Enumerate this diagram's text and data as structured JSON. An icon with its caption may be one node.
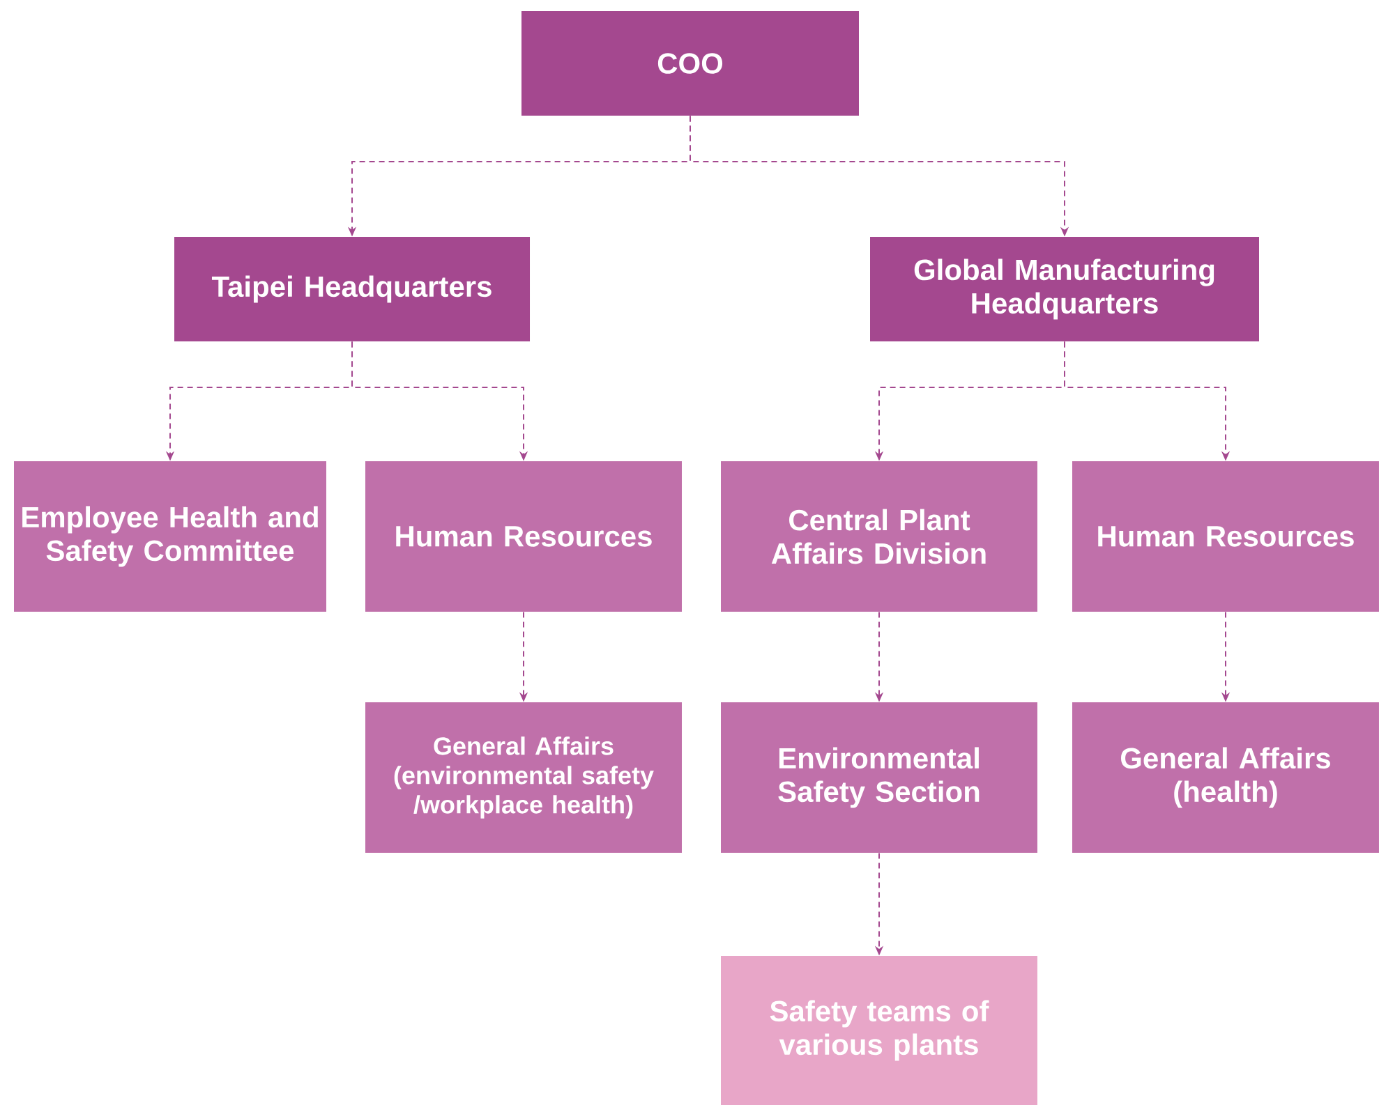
{
  "diagram": {
    "nodes": [
      {
        "text": [
          "COO"
        ]
      },
      {
        "text": [
          "Taipei Headquarters"
        ]
      },
      {
        "text": [
          "Global Manufacturing Headquarters"
        ]
      },
      {
        "text": [
          "Employee Health and Safety Committee"
        ]
      },
      {
        "text": [
          "Human Resources"
        ]
      },
      {
        "text": [
          "Central Plant Affairs Division"
        ]
      },
      {
        "text": [
          "Human Resources"
        ]
      },
      {
        "text": [
          "General Affairs (environmental safety /workplace health)"
        ]
      },
      {
        "text": [
          "Environmental Safety Section"
        ]
      },
      {
        "text": [
          "General Affairs (health)"
        ]
      },
      {
        "text": [
          "Safety teams of various plants"
        ]
      }
    ],
    "edges": [
      {
        "from": 0,
        "to": 1,
        "arrow": "to",
        "style": "dashed"
      },
      {
        "from": 0,
        "to": 2,
        "arrow": "to",
        "style": "dashed"
      },
      {
        "from": 1,
        "to": 3,
        "arrow": "to",
        "style": "dashed"
      },
      {
        "from": 1,
        "to": 4,
        "arrow": "to",
        "style": "dashed"
      },
      {
        "from": 2,
        "to": 5,
        "arrow": "to",
        "style": "dashed"
      },
      {
        "from": 2,
        "to": 6,
        "arrow": "to",
        "style": "dashed"
      },
      {
        "from": 4,
        "to": 7,
        "arrow": "to",
        "style": "dashed"
      },
      {
        "from": 5,
        "to": 8,
        "arrow": "to",
        "style": "dashed"
      },
      {
        "from": 6,
        "to": 9,
        "arrow": "to",
        "style": "dashed"
      },
      {
        "from": 8,
        "to": 10,
        "arrow": "to",
        "style": "dashed"
      }
    ]
  }
}
